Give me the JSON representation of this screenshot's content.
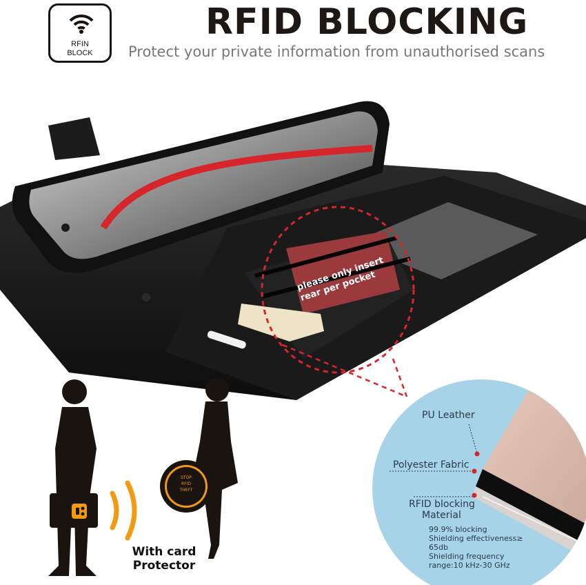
{
  "badge": {
    "line1": "RFIN",
    "line2": "BLOCK",
    "icon": "wifi-icon"
  },
  "header": {
    "title": "RFID BLOCKING",
    "subtitle": "Protect your private information from unauthorised scans"
  },
  "product": {
    "pocket_label": "please only insert\nrear per pocket",
    "accent_color": "#d6262b"
  },
  "layers": {
    "pu": "PU Leather",
    "polyester": "Polyester Fabric",
    "rfid_line1": "RFID blocking",
    "rfid_line2": "Material",
    "spec1": "99.9% blocking",
    "spec2": "Shielding effectiveness≥",
    "spec3": "65db",
    "spec4": "Shielding frequency",
    "spec5": "range:10 kHz-30 GHz"
  },
  "people": {
    "caption_line1": "With card",
    "caption_line2": "Protector",
    "stop_line1": "STOP",
    "stop_line2": "RFID",
    "stop_line3": "THEFT"
  }
}
